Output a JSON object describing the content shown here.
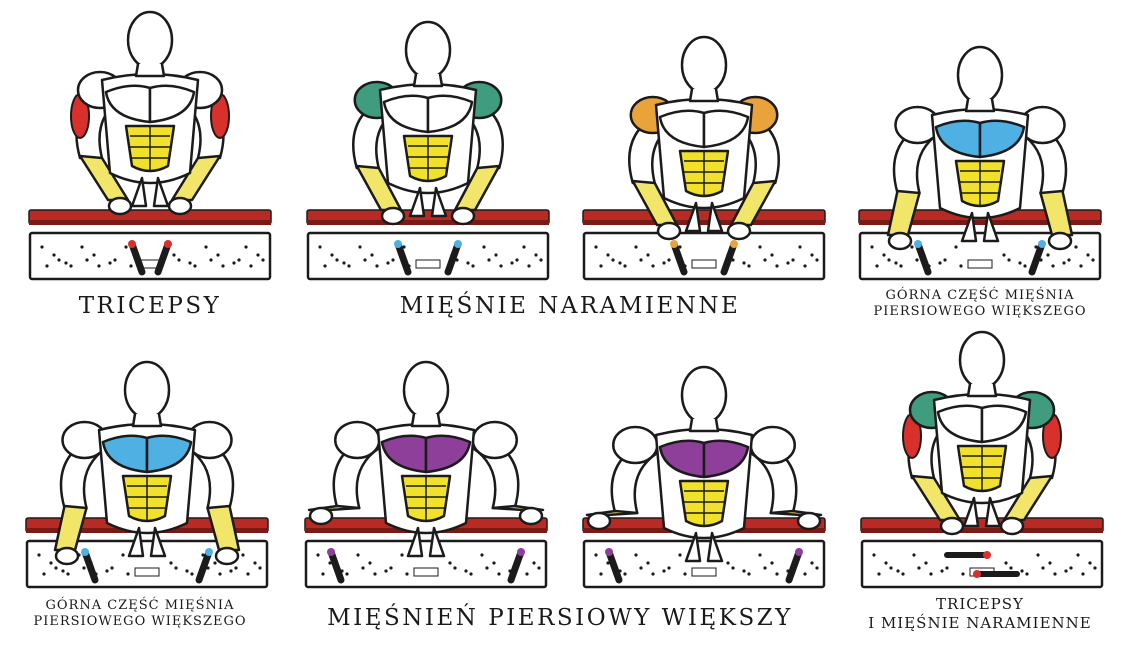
{
  "colors": {
    "outline": "#1b1b1b",
    "skin": "#ffffff",
    "triceps": "#d9302c",
    "deltoids_green": "#3f9c7e",
    "deltoids_orange": "#e9a33a",
    "upper_chest": "#4fb0e3",
    "chest": "#8e3f9a",
    "abs": "#f2e12a",
    "forearm": "#f2e66a",
    "board_red": "#b82a24",
    "board_dark": "#7a1a16"
  },
  "labels": {
    "triceps": "TRICEPSY",
    "deltoids": "MIĘŚNIE NARAMIENNE",
    "upper_chest_1": [
      "GÓRNA CZĘŚĆ MIĘŚNIA",
      "PIERSIOWEGO WIĘKSZEGO"
    ],
    "upper_chest_2": [
      "GÓRNA CZĘŚĆ MIĘŚNIA",
      "PIERSIOWEGO WIĘKSZEGO"
    ],
    "chest": "MIĘŚNIEŃ PIERSIOWY WIĘKSZY",
    "triceps_deltoids": [
      "TRICEPSY",
      "I MIĘŚNIE NARAMIENNE"
    ]
  },
  "panels": [
    {
      "muscle": "triceps",
      "grip": "close",
      "handle_color": "triceps"
    },
    {
      "muscle": "deltoids_green",
      "grip": "medium",
      "handle_color": "upper_chest"
    },
    {
      "muscle": "deltoids_orange",
      "grip": "medium",
      "handle_color": "deltoids_orange"
    },
    {
      "muscle": "upper_chest",
      "grip": "wide",
      "handle_color": "upper_chest"
    },
    {
      "muscle": "upper_chest",
      "grip": "wide",
      "handle_color": "upper_chest"
    },
    {
      "muscle": "chest",
      "grip": "extra-wide",
      "handle_color": "chest"
    },
    {
      "muscle": "chest",
      "grip": "extra-wide",
      "handle_color": "chest"
    },
    {
      "muscle": "triceps_deltoids",
      "grip": "horizontal",
      "handle_color": "triceps"
    }
  ]
}
